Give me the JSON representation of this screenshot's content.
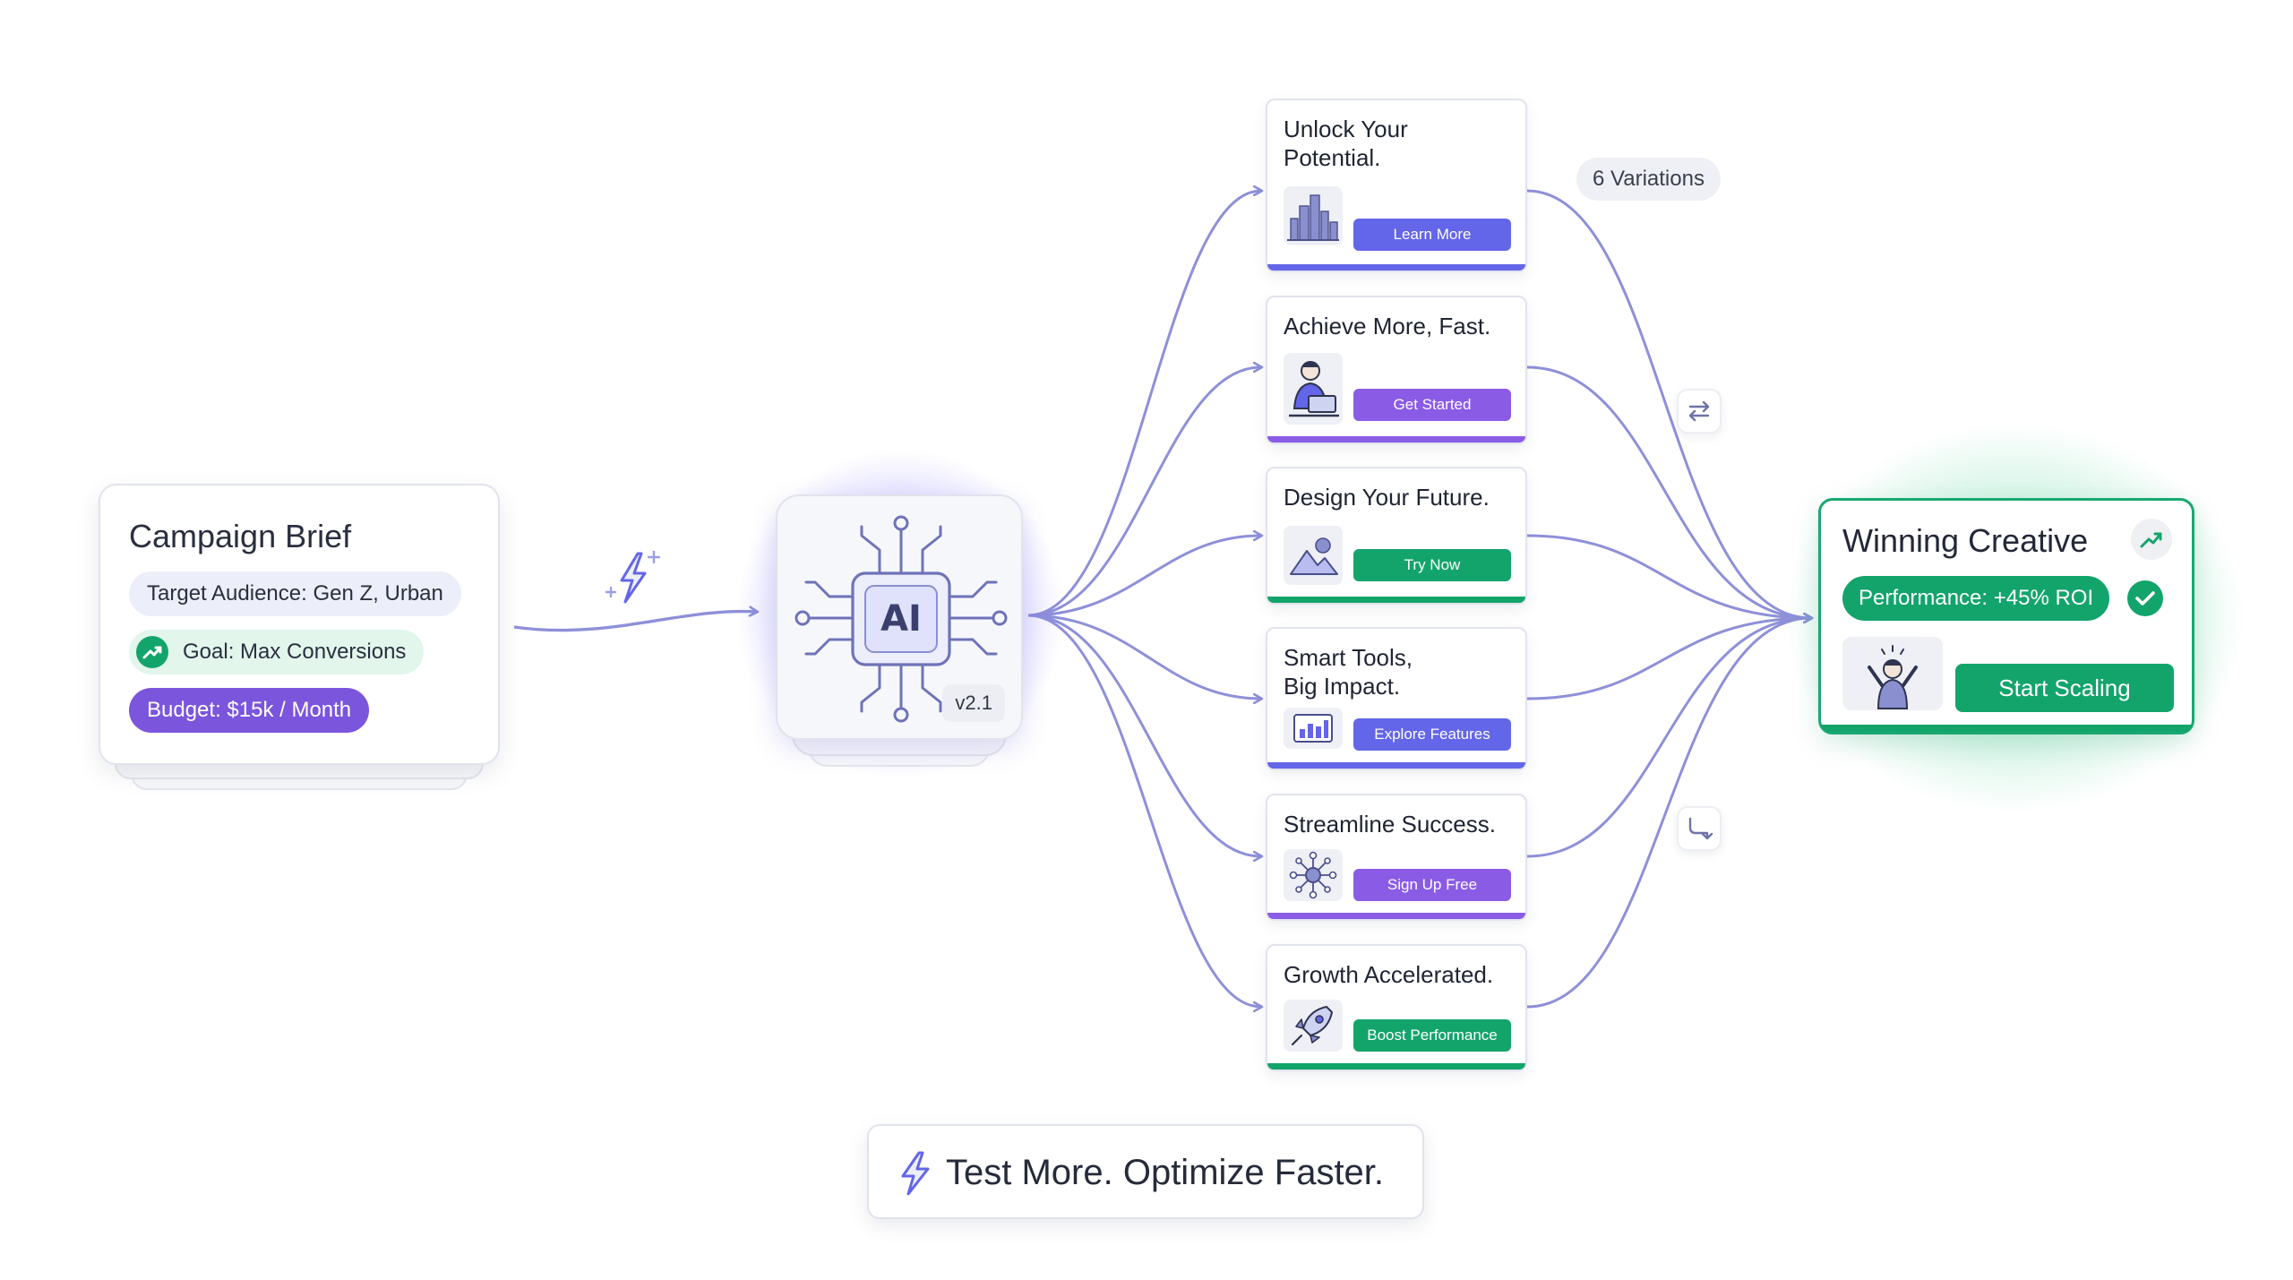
{
  "colors": {
    "connector": "#8e90d8",
    "accent_indigo": "#6366e8",
    "accent_purple": "#8a5ce6",
    "accent_green": "#13a46c"
  },
  "brief": {
    "title": "Campaign Brief",
    "audience": "Target Audience: Gen Z, Urban",
    "goal": "Goal: Max Conversions",
    "budget": "Budget: $15k / Month",
    "goal_icon": "trend-up-icon"
  },
  "connector_icon": "sparkle-bolt-icon",
  "ai": {
    "label": "AI",
    "version": "v2.1",
    "icon": "chip-circuit-icon"
  },
  "variants": [
    {
      "title": "Unlock Your Potential.",
      "cta": "Learn More",
      "icon": "city-skyline-icon",
      "color": "#6366e8"
    },
    {
      "title": "Achieve More, Fast.",
      "cta": "Get Started",
      "icon": "person-laptop-icon",
      "color": "#8a5ce6"
    },
    {
      "title": "Design Your Future.",
      "cta": "Try Now",
      "icon": "landscape-icon",
      "color": "#13a46c"
    },
    {
      "title": "Smart Tools, Big Impact.",
      "cta": "Explore Features",
      "icon": "bar-chart-icon",
      "color": "#6366e8"
    },
    {
      "title": "Streamline Success.",
      "cta": "Sign Up Free",
      "icon": "network-icon",
      "color": "#8a5ce6"
    },
    {
      "title": "Growth Accelerated.",
      "cta": "Boost Performance",
      "icon": "rocket-icon",
      "color": "#13a46c"
    }
  ],
  "variations_badge": "6 Variations",
  "side_icons": [
    "swap-arrows-icon",
    "route-arrow-icon"
  ],
  "winner": {
    "title": "Winning Creative",
    "performance": "Performance: +45% ROI",
    "cta": "Start Scaling",
    "trend_icon": "trend-up-icon",
    "check_icon": "check-circle-icon",
    "thumb_icon": "celebrating-person-icon"
  },
  "tagline": {
    "text": "Test More. Optimize Faster.",
    "icon": "lightning-icon"
  }
}
